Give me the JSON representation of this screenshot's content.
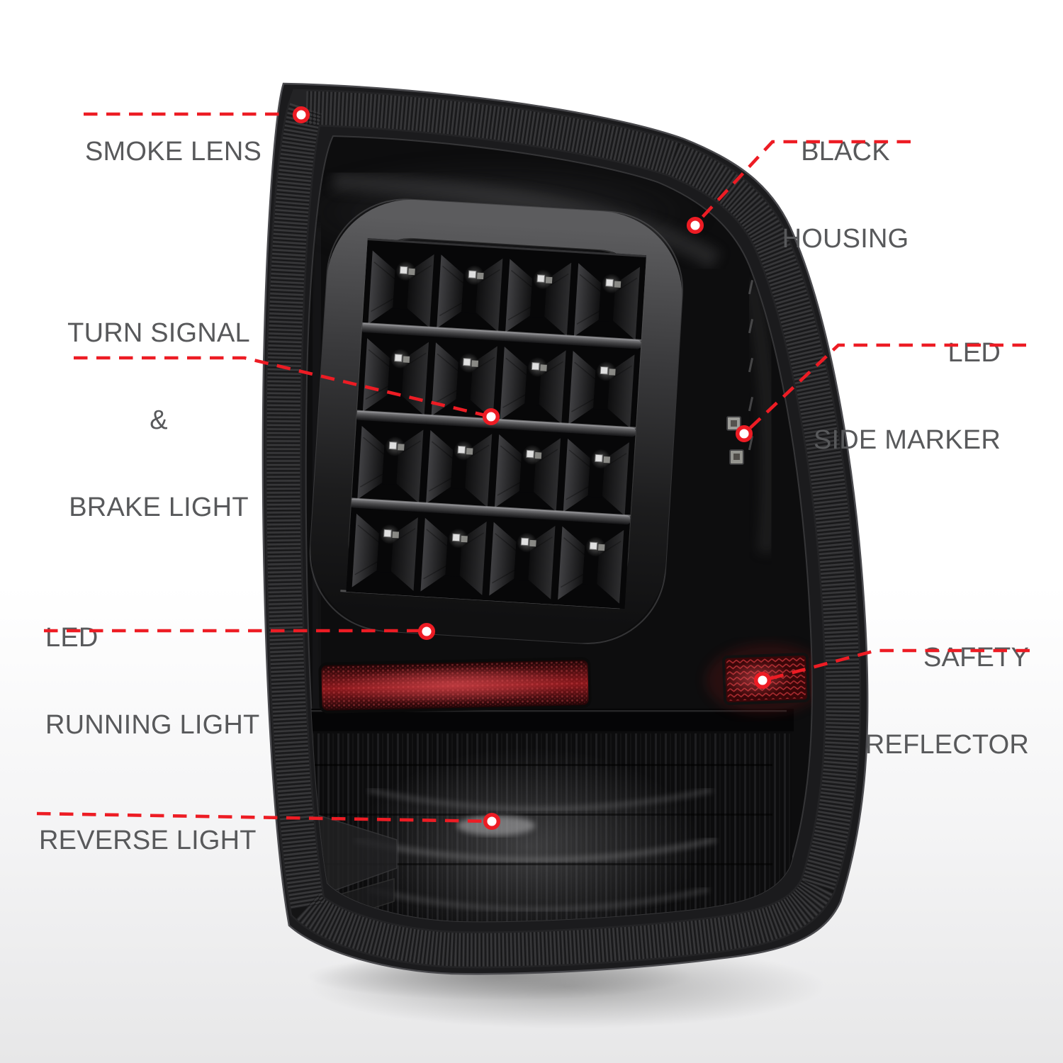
{
  "image_type": "tail light feature callout diagram",
  "colors": {
    "accent_red": "#ED1C24",
    "label_gray": "#58595B",
    "background": "#FFFFFF",
    "housing_black": "#121214"
  },
  "callouts": {
    "smoke_lens": {
      "lines": [
        "SMOKE LENS"
      ]
    },
    "black_housing": {
      "lines": [
        "BLACK",
        "HOUSING"
      ]
    },
    "turn_signal_brake": {
      "lines": [
        "TURN SIGNAL",
        "&",
        "BRAKE LIGHT"
      ]
    },
    "led_side_marker": {
      "lines": [
        "LED",
        "SIDE MARKER"
      ]
    },
    "led_running_light": {
      "lines": [
        "LED",
        "RUNNING LIGHT"
      ]
    },
    "safety_reflector": {
      "lines": [
        "SAFETY",
        "REFLECTOR"
      ]
    },
    "reverse_light": {
      "lines": [
        "REVERSE LIGHT"
      ]
    }
  },
  "led_grid": {
    "rows": 4,
    "cols": 4
  }
}
